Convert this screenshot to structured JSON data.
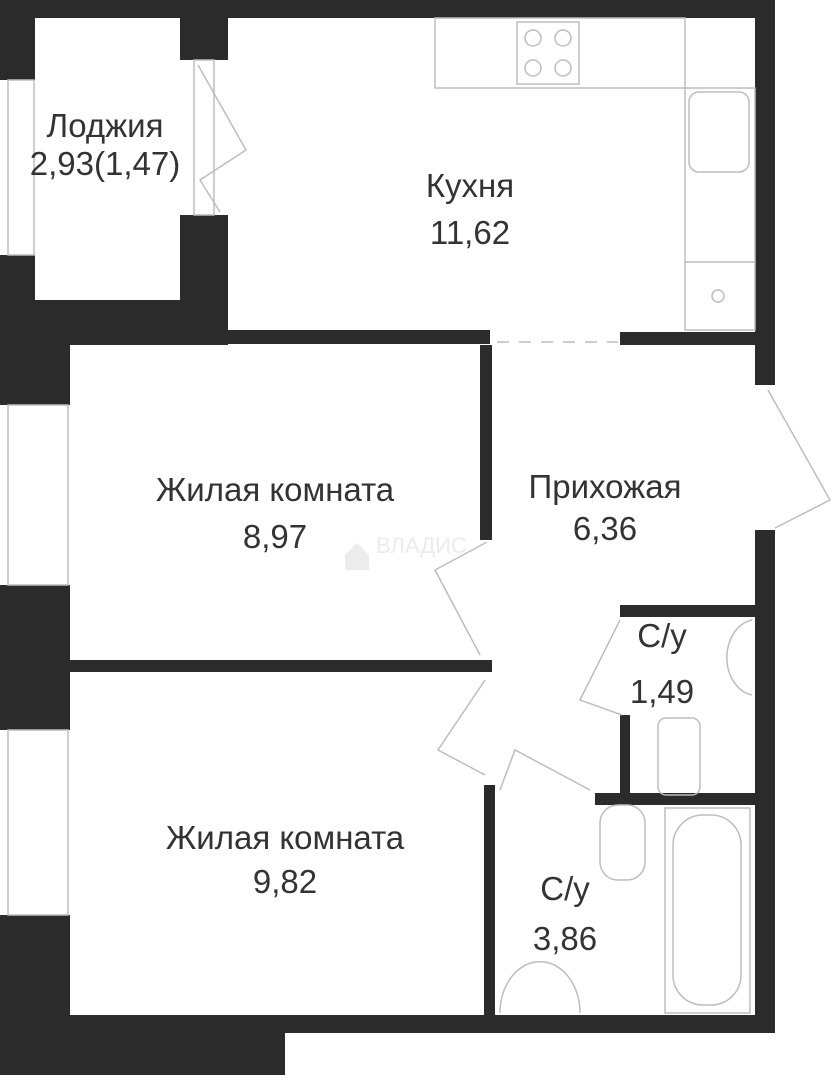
{
  "rooms": [
    {
      "name": "Лоджия",
      "area": "2,93(1,47)"
    },
    {
      "name": "Кухня",
      "area": "11,62"
    },
    {
      "name": "Жилая комната",
      "area": "8,97"
    },
    {
      "name": "Прихожая",
      "area": "6,36"
    },
    {
      "name": "С/у",
      "area": "1,49"
    },
    {
      "name": "Жилая комната",
      "area": "9,82"
    },
    {
      "name": "С/у",
      "area": "3,86"
    }
  ],
  "watermark": "ВЛАДИС",
  "colors": {
    "wall": "#2b2b2b",
    "text": "#333333",
    "fixture": "#bdbdbd"
  }
}
